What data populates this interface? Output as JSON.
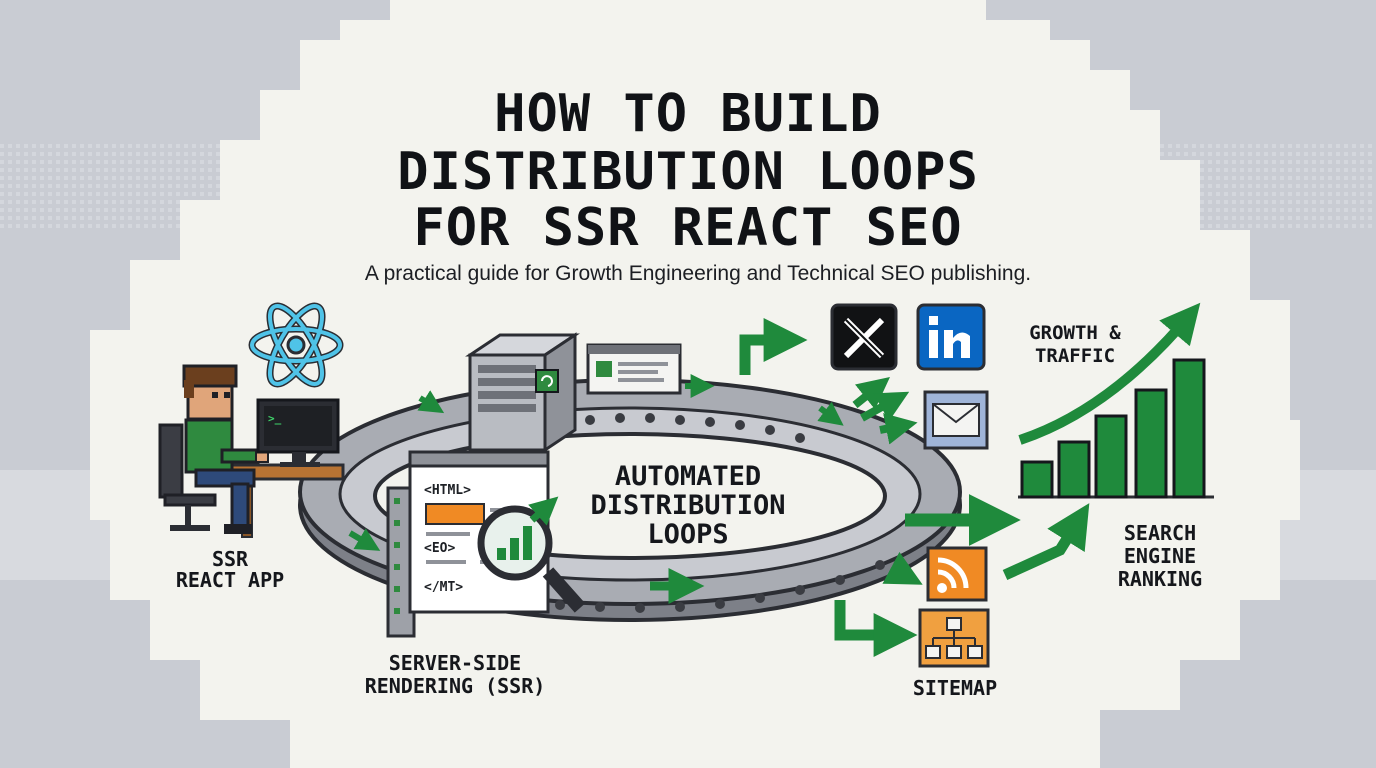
{
  "title": {
    "line1": "HOW TO BUILD",
    "line2": "DISTRIBUTION LOOPS",
    "line3": "FOR SSR REACT SEO"
  },
  "subtitle": "A practical guide for Growth Engineering and Technical SEO publishing.",
  "labels": {
    "ssr_app_1": "SSR",
    "ssr_app_2": "REACT APP",
    "server_side_1": "SERVER-SIDE",
    "server_side_2": "RENDERING (SSR)",
    "loop_1": "AUTOMATED",
    "loop_2": "DISTRIBUTION",
    "loop_3": "LOOPS",
    "growth_1": "GROWTH &",
    "growth_2": "TRAFFIC",
    "search_1": "SEARCH",
    "search_2": "ENGINE",
    "search_3": "RANKING",
    "sitemap": "SITEMAP"
  },
  "doc_code": {
    "line1": "<HTML>",
    "line2": "<EO>",
    "line3": "</MT>"
  },
  "terminal_prompt": ">_",
  "icons": {
    "react": "react-logo-icon",
    "x": "x-logo-icon",
    "linkedin": "linkedin-logo-icon",
    "email": "email-icon",
    "rss": "rss-icon",
    "sitemap": "sitemap-icon",
    "magnifier": "magnifier-icon",
    "server": "server-tower-icon"
  },
  "colors": {
    "background": "#c9ccd3",
    "panel": "#f3f3ee",
    "arrow_green": "#1f8a3c",
    "react_blue": "#4fc3e8",
    "linkedin_blue": "#0a66c2",
    "rss_orange": "#f08a24",
    "sitemap_orange": "#f0a040",
    "bar_green": "#1f8a3c"
  }
}
